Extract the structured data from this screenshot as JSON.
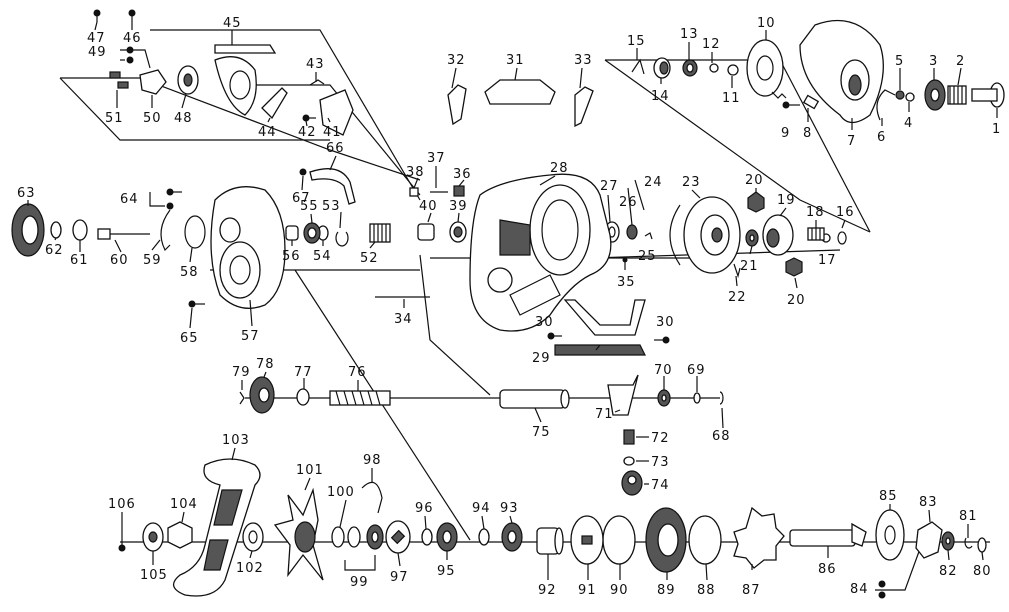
{
  "diagram": {
    "part_numbers": [
      "1",
      "2",
      "3",
      "4",
      "5",
      "6",
      "7",
      "8",
      "9",
      "10",
      "11",
      "12",
      "13",
      "14",
      "15",
      "16",
      "17",
      "18",
      "19",
      "20",
      "21",
      "22",
      "23",
      "24",
      "25",
      "26",
      "27",
      "28",
      "29",
      "30",
      "31",
      "32",
      "33",
      "34",
      "35",
      "36",
      "37",
      "38",
      "39",
      "40",
      "41",
      "42",
      "43",
      "44",
      "45",
      "46",
      "47",
      "48",
      "49",
      "50",
      "51",
      "52",
      "53",
      "54",
      "55",
      "56",
      "57",
      "58",
      "59",
      "60",
      "61",
      "62",
      "63",
      "64",
      "65",
      "66",
      "67",
      "68",
      "69",
      "70",
      "71",
      "72",
      "73",
      "74",
      "75",
      "76",
      "77",
      "78",
      "79",
      "80",
      "81",
      "82",
      "83",
      "84",
      "85",
      "86",
      "87",
      "88",
      "89",
      "90",
      "91",
      "92",
      "93",
      "94",
      "95",
      "96",
      "97",
      "98",
      "99",
      "100",
      "101",
      "102",
      "103",
      "104",
      "105",
      "106"
    ]
  }
}
